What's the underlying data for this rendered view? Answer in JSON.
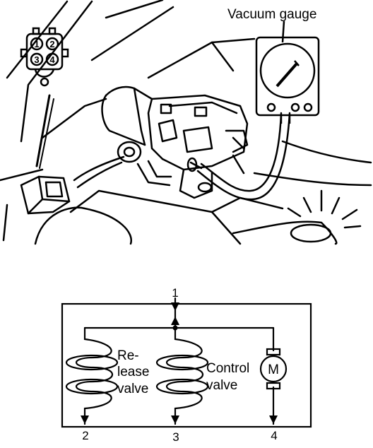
{
  "illustration": {
    "gauge_label": "Vacuum gauge",
    "connector_pins": [
      "1",
      "2",
      "3",
      "4"
    ]
  },
  "schematic": {
    "release_valve_label": [
      "Re-",
      "lease",
      "valve"
    ],
    "control_valve_label": [
      "Control",
      "valve"
    ],
    "motor_symbol": "M",
    "terminals": [
      "1",
      "2",
      "3",
      "4"
    ]
  }
}
